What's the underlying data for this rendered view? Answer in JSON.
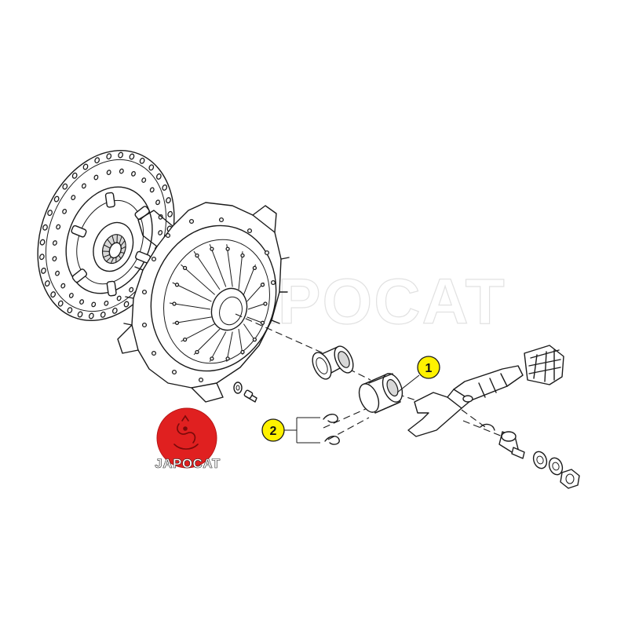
{
  "diagram": {
    "callouts": [
      {
        "id": "1",
        "label": "1",
        "part": "release-bearing"
      },
      {
        "id": "2",
        "label": "2",
        "part": "retaining-clips"
      }
    ]
  },
  "watermark": {
    "text": "JAPOCAT"
  },
  "logo": {
    "text": "JAPOCAT"
  },
  "colors": {
    "callout_fill": "#fff200",
    "logo_red": "#e02020",
    "line": "#1a1a1a"
  }
}
